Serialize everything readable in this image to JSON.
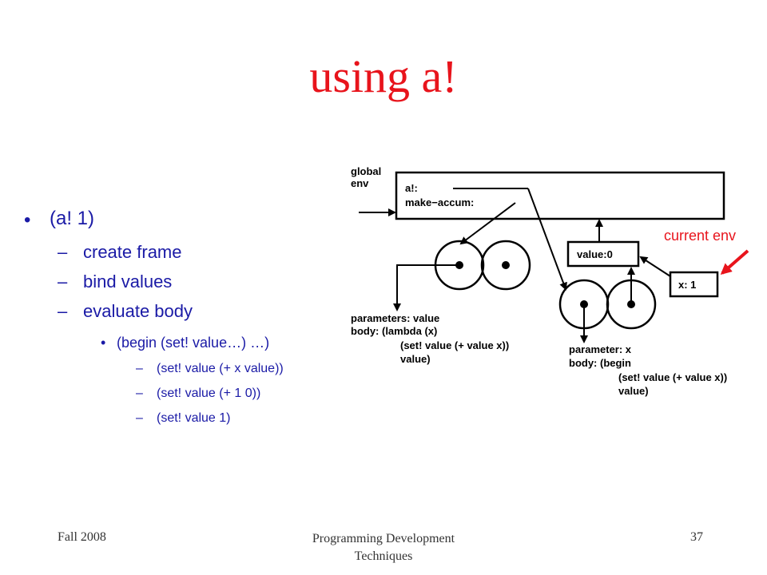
{
  "slide": {
    "title": "using a!"
  },
  "bullets": {
    "l1": {
      "marker": "•",
      "text": "(a! 1)"
    },
    "l2": [
      {
        "marker": "–",
        "text": "create frame"
      },
      {
        "marker": "–",
        "text": "bind values"
      },
      {
        "marker": "–",
        "text": "evaluate body"
      }
    ],
    "l3": {
      "marker": "•",
      "text": "(begin (set! value…) …)"
    },
    "l4": [
      {
        "marker": "–",
        "text": "(set! value (+ x value))"
      },
      {
        "marker": "–",
        "text": "(set! value (+ 1 0))"
      },
      {
        "marker": "–",
        "text": "(set! value 1)"
      }
    ]
  },
  "diagram": {
    "global_label_1": "global",
    "global_label_2": "env",
    "frame_line_1": "a!:",
    "frame_line_2": "make−accum:",
    "value_box": "value:0",
    "x_box": "x: 1",
    "current_env": "current env",
    "proc1_params": "parameters: value",
    "proc1_body_1": "body: (lambda (x)",
    "proc1_body_2": "(set! value (+ value x))",
    "proc1_body_3": "value)",
    "proc2_param": "parameter: x",
    "proc2_body_1": "body: (begin",
    "proc2_body_2": "(set! value (+ value x))",
    "proc2_body_3": "value)"
  },
  "footer": {
    "left": "Fall 2008",
    "center_1": "Programming Development",
    "center_2": "Techniques",
    "right": "37"
  },
  "colors": {
    "title": "#e8141c",
    "bullet_text": "#1a1aa6",
    "current_env": "#e8141c",
    "arrow_red": "#e8141c"
  }
}
